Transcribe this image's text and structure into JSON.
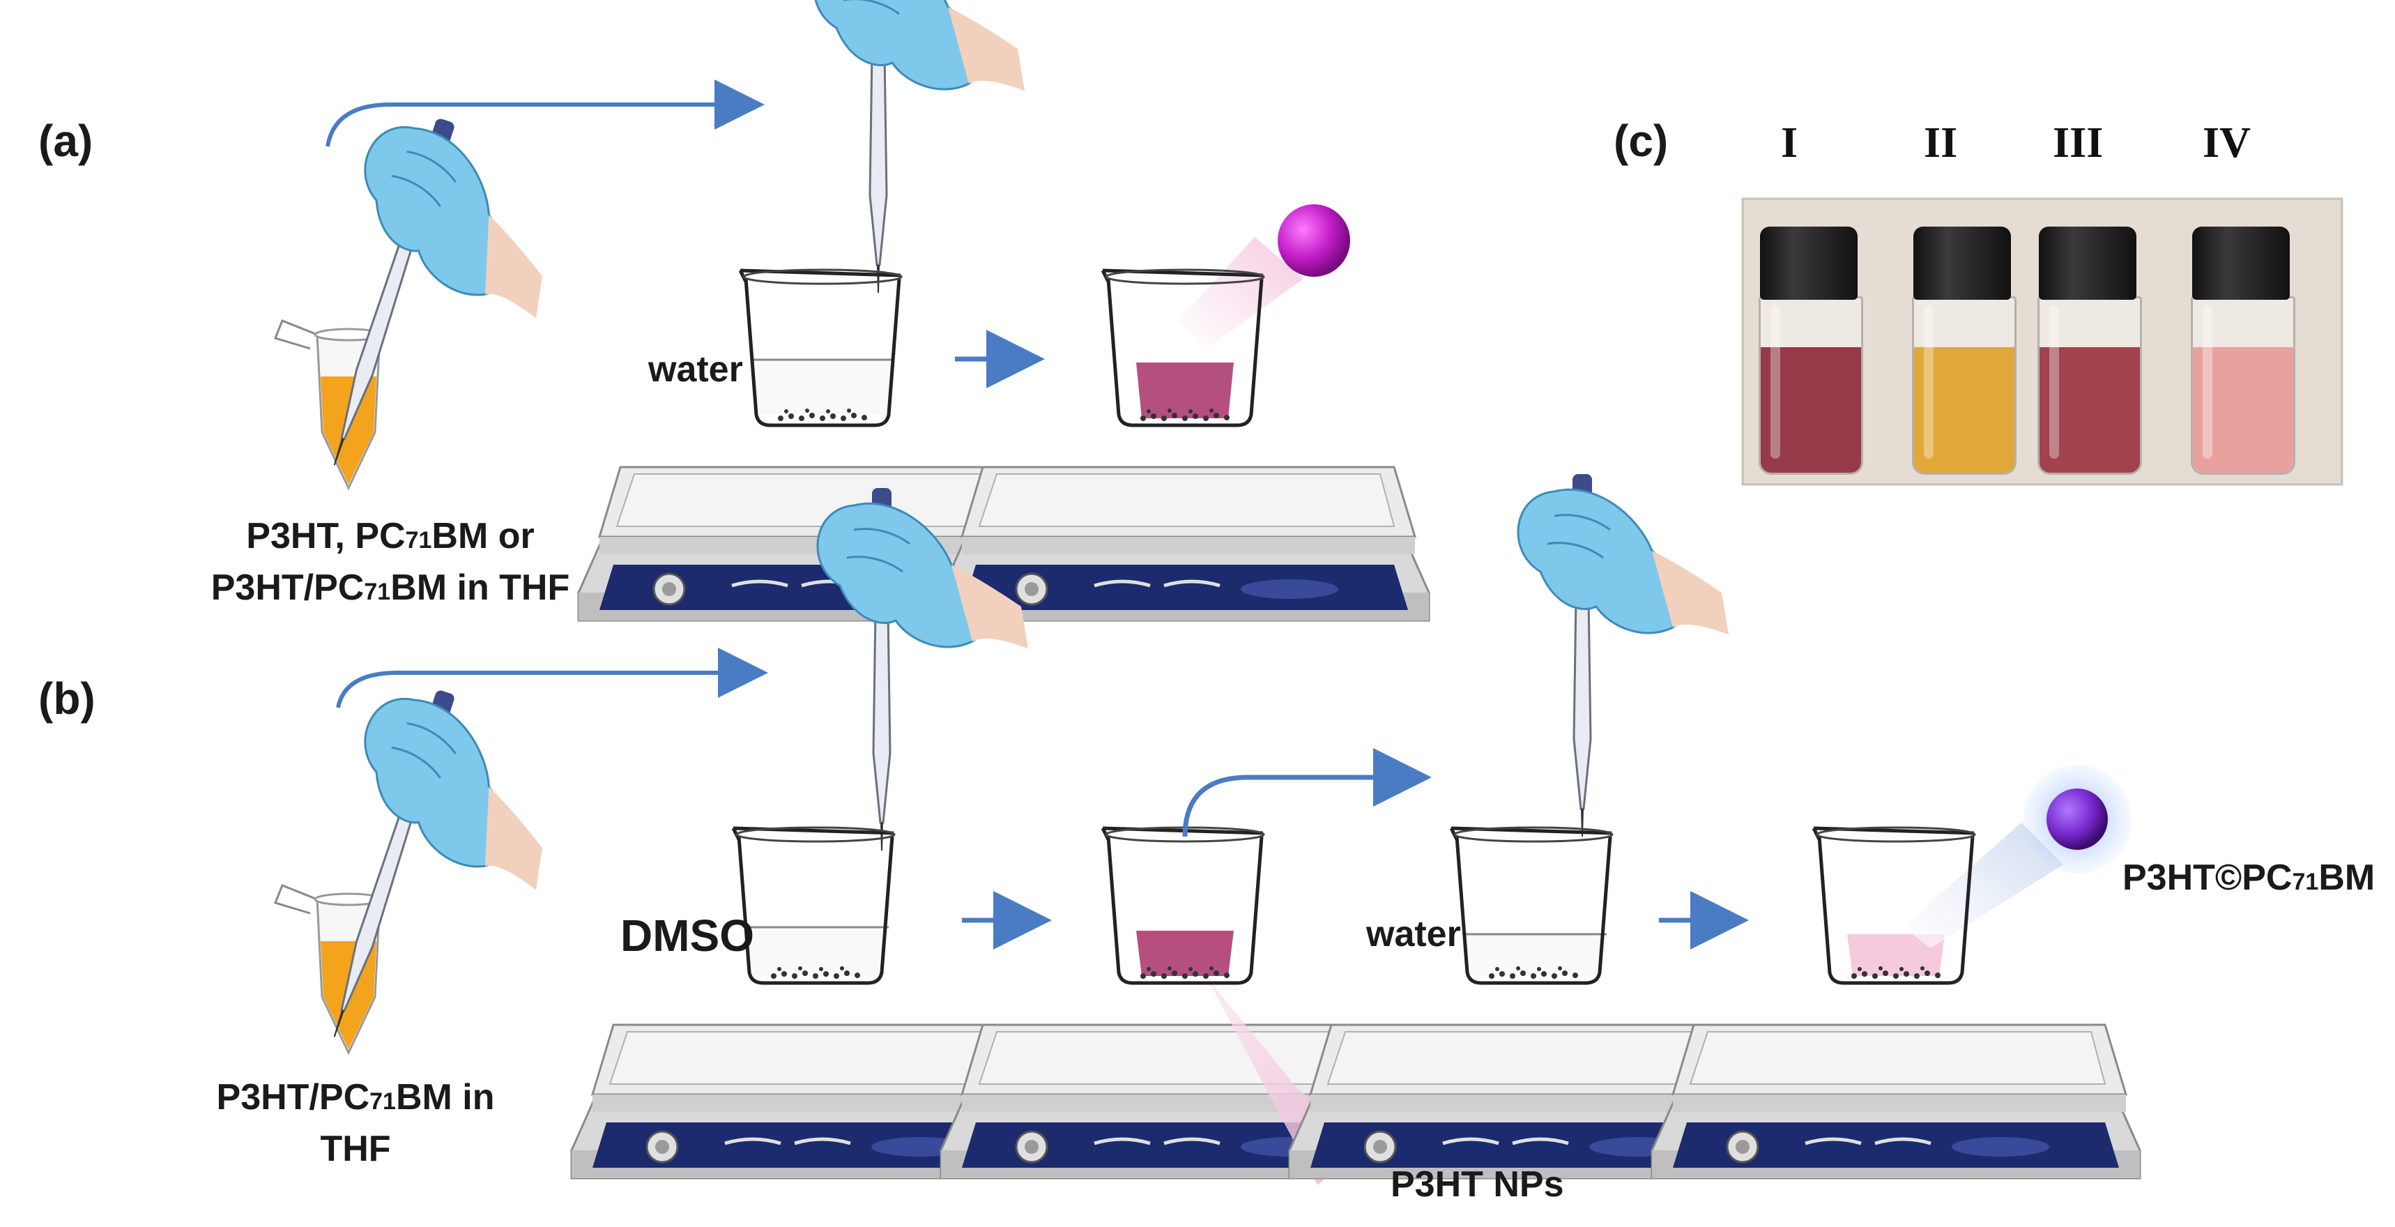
{
  "panels": {
    "a": {
      "letter": "(a)",
      "source_line1_pre": "P3HT, PC",
      "source_line1_sub": "71",
      "source_line1_post": "BM or",
      "source_line2_pre": "P3HT/PC",
      "source_line2_sub": "71",
      "source_line2_post": "BM in THF",
      "solvent": "water"
    },
    "b": {
      "letter": "(b)",
      "source_line1_pre": "P3HT/PC",
      "source_line1_sub": "71",
      "source_line1_post": "BM in",
      "source_line2": "THF",
      "solvent1": "DMSO",
      "intermediate_label": "P3HT NPs",
      "solvent2": "water",
      "product_pre": "P3HT©PC",
      "product_sub": "71",
      "product_post": "BM"
    },
    "c": {
      "letter": "(c)",
      "vials": [
        {
          "label": "I",
          "color": "#8e2a3c"
        },
        {
          "label": "II",
          "color": "#e0a12a"
        },
        {
          "label": "III",
          "color": "#9a3340"
        },
        {
          "label": "IV",
          "color": "#e89a98"
        }
      ]
    }
  },
  "colors": {
    "arrow": "#4a7cc4",
    "glove": "#7ec8ec",
    "nanoparticle": "#c21ec8",
    "core_shell_nanoparticle": "#7a2ad0",
    "thf_solution": "#f3a41c",
    "np_dispersion": "#a8306a"
  }
}
